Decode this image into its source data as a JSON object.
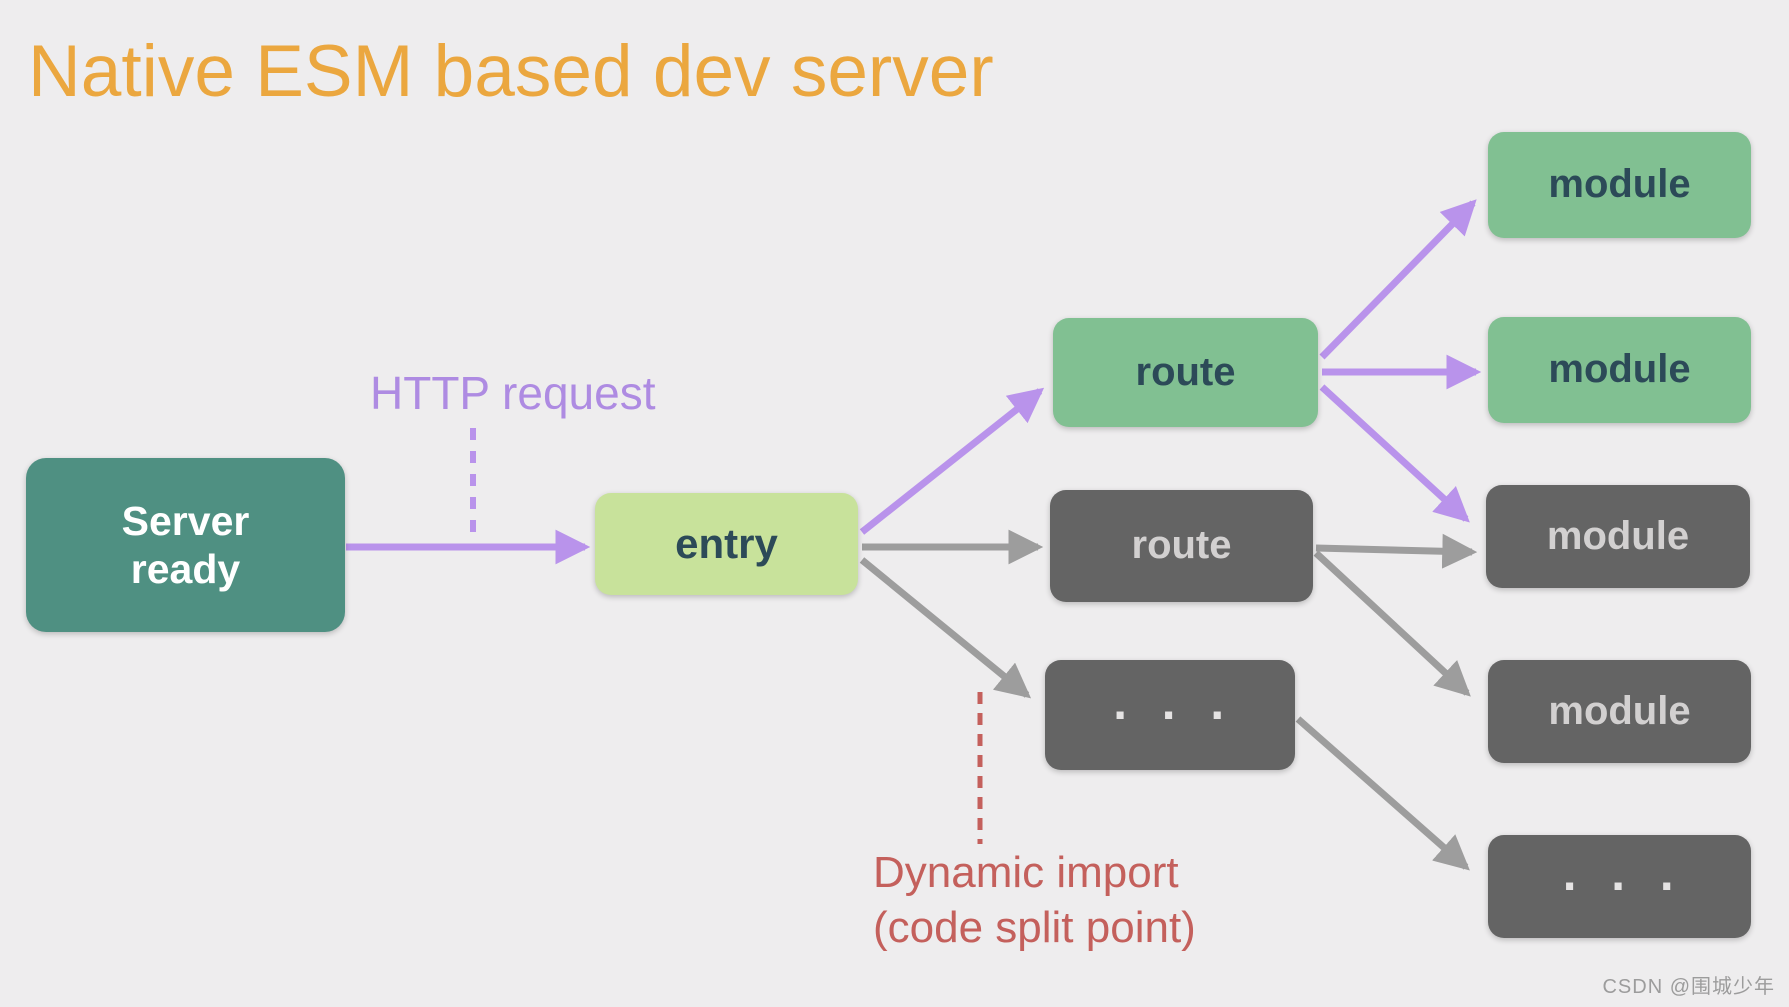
{
  "title": "Native ESM based dev server",
  "annotations": {
    "http_request": "HTTP request",
    "dynamic_import": "Dynamic import\n(code split point)"
  },
  "nodes": {
    "server_ready": "Server\nready",
    "entry": "entry",
    "route_top": "route",
    "route_middle": "route",
    "ellipsis_middle": "· · ·",
    "module_green_1": "module",
    "module_green_2": "module",
    "module_gray_1": "module",
    "module_gray_2": "module",
    "ellipsis_right": "· · ·"
  },
  "watermark": "CSDN @围城少年",
  "colors": {
    "bg": "#EEEDEE",
    "title": "#EBA73F",
    "teal": "#4F9082",
    "lime": "#C8E29B",
    "green": "#81C092",
    "gray_node": "#646464",
    "dark_node_text": "#2C4A58",
    "gray_node_text": "#D2D0D0",
    "purple_arrow": "#B993EB",
    "purple_label": "#AE8BE2",
    "gray_arrow": "#9D9D9D",
    "red": "#C4605C",
    "watermark": "#9C9C9C",
    "dots_text": "#E5E3E3",
    "white_text": "#FFFFFF"
  }
}
